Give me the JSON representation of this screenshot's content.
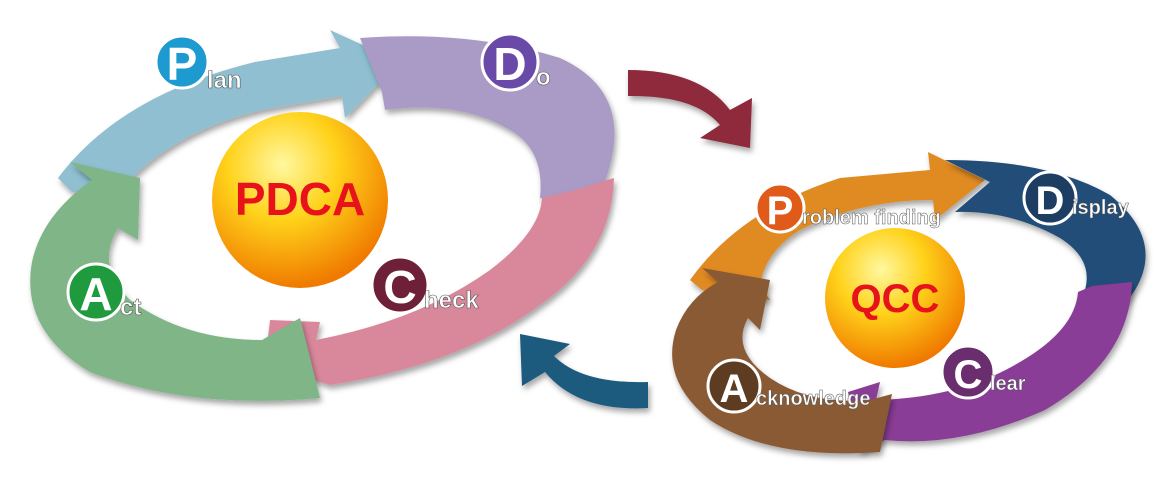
{
  "pdca": {
    "center_label": "PDCA",
    "steps": [
      {
        "initial": "P",
        "rest": "lan",
        "color": "#8fbfd0",
        "badge": "#1d9bd0"
      },
      {
        "initial": "D",
        "rest": "o",
        "color": "#a99ac6",
        "badge": "#6a4aa8"
      },
      {
        "initial": "C",
        "rest": "heck",
        "color": "#d9889c",
        "badge": "#6e2038"
      },
      {
        "initial": "A",
        "rest": "ct",
        "color": "#7fb587",
        "badge": "#1f9a3e"
      }
    ]
  },
  "qcc": {
    "center_label": "QCC",
    "steps": [
      {
        "initial": "P",
        "rest": "roblem finding",
        "color": "#e08a22",
        "badge": "#e05a1a"
      },
      {
        "initial": "D",
        "rest": "isplay",
        "color": "#244e78",
        "badge": "#1d3e62"
      },
      {
        "initial": "C",
        "rest": "lear",
        "color": "#8a3c96",
        "badge": "#6a2e6e"
      },
      {
        "initial": "A",
        "rest": "cknowledge",
        "color": "#8a5a34",
        "badge": "#5e3c22"
      }
    ]
  },
  "colors": {
    "center_text": "#e8121b",
    "sphere_light": "#fff8a0",
    "sphere_mid": "#ffd21a",
    "sphere_dark": "#f07a00",
    "arrow_to_qcc": "#8e2a3a",
    "arrow_to_pdca": "#1e5a7e"
  }
}
